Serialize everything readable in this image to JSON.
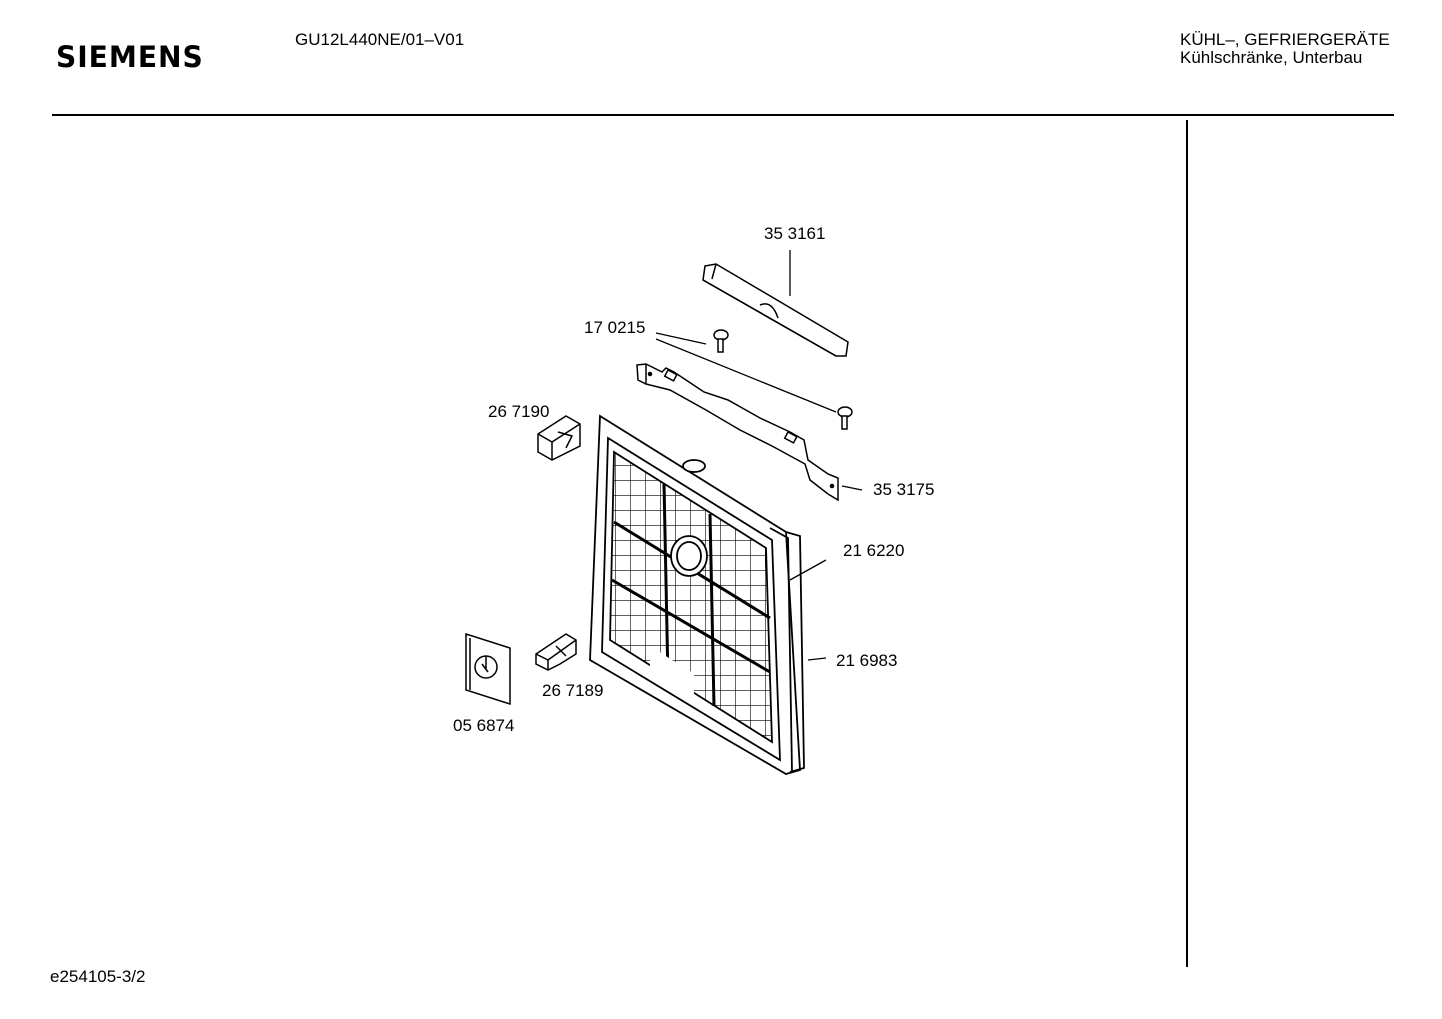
{
  "header": {
    "brand": "SIEMENS",
    "model_code": "GU12L440NE/01–V01",
    "category_line1": "KÜHL–, GEFRIERGERÄTE",
    "category_line2": "Kühlschränke, Unterbau"
  },
  "footer": {
    "document_ref": "e254105-3/2"
  },
  "parts": {
    "cover_strip": "35 3161",
    "screw": "17 0215",
    "holder_bracket": "35 3175",
    "hinge_top": "26 7190",
    "hinge_bottom": "26 7189",
    "grille_outer_frame": "21 6220",
    "grille_inner_frame": "21 6983",
    "service_label": "05 6874"
  }
}
